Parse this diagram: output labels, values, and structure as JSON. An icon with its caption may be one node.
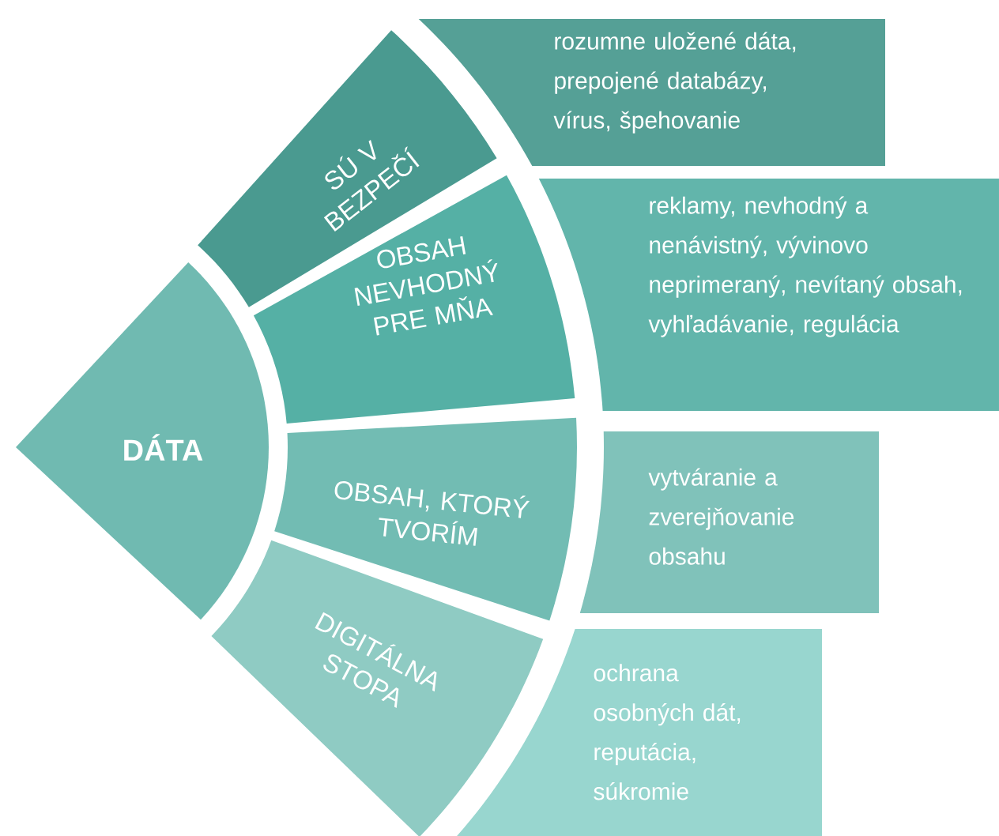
{
  "diagram": {
    "nodes": [
      {
        "text": [
          "DÁTA"
        ]
      },
      {
        "text": [
          "SÚ V BEZPEČÍ"
        ]
      },
      {
        "text": [
          "rozumne uložené dáta, prepojené databázy, vírus, špehovanie"
        ]
      },
      {
        "text": [
          "OBSAH NEVHODNÝ PRE MŇA"
        ]
      },
      {
        "text": [
          "reklamy, nevhodný a nenávistný, vývinovo neprimeraný, nevítaný obsah, vyhľadávanie, regulácia"
        ]
      },
      {
        "text": [
          "OBSAH, KTORÝ TVORÍM"
        ]
      },
      {
        "text": [
          "vytváranie a zverejňovanie obsahu"
        ]
      },
      {
        "text": [
          "DIGITÁLNA STOPA"
        ]
      },
      {
        "text": [
          "ochrana osobných dát, reputácia, súkromie"
        ]
      }
    ]
  }
}
